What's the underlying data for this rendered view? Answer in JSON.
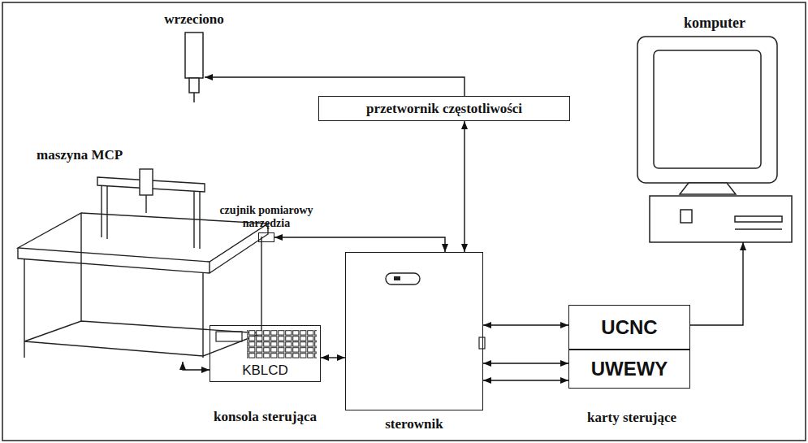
{
  "diagram": {
    "nodes": [
      {
        "text": [
          "wrzeciono"
        ]
      },
      {
        "text": [
          "komputer"
        ]
      },
      {
        "text": [
          "przetwornik częstotliwości"
        ]
      },
      {
        "text": [
          "maszyna MCP"
        ]
      },
      {
        "text": [
          "czujnik pomiarowy narzędzia"
        ]
      },
      {
        "text": [
          "KBLCD",
          "konsola sterująca"
        ]
      },
      {
        "text": [
          "sterownik"
        ]
      },
      {
        "text": [
          "UCNC"
        ]
      },
      {
        "text": [
          "UWEWY"
        ]
      }
    ],
    "edges": [
      {
        "from": 2,
        "to": 0,
        "arrow": "to"
      },
      {
        "from": 2,
        "to": 6,
        "arrow": "both"
      },
      {
        "from": 4,
        "to": 6,
        "arrow": "both"
      },
      {
        "from": 5,
        "to": 3,
        "arrow": "both"
      },
      {
        "from": 5,
        "to": 6,
        "arrow": "both"
      },
      {
        "from": 6,
        "to": 7,
        "arrow": "both"
      },
      {
        "from": 6,
        "to": 8,
        "arrow": "both"
      },
      {
        "from": 6,
        "to": 8,
        "arrow": "both"
      },
      {
        "from": 7,
        "to": 1,
        "arrow": "to"
      }
    ],
    "labels": [
      "karty sterujące"
    ]
  }
}
